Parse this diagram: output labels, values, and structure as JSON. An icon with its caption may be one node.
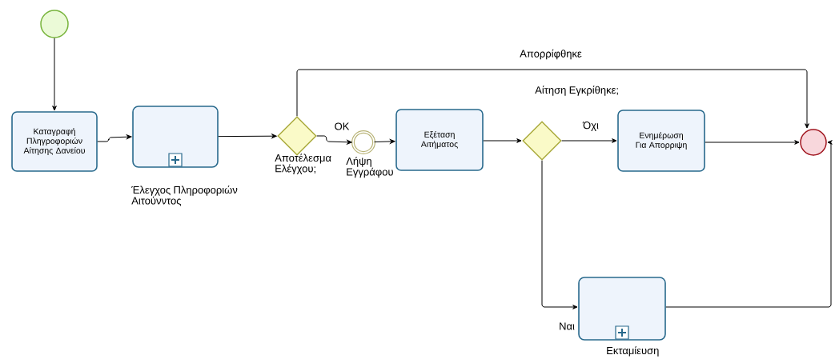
{
  "diagram": {
    "nodes": [
      {
        "text": [],
        "shape": "circle"
      },
      {
        "text": [
          "Καταγραφή Πληγροφοριών Αίτησης Δανείου"
        ]
      },
      {
        "text": [
          "Έλεγχος Πληροφοριών Αιτούνντος"
        ]
      },
      {
        "text": [
          "Αποτέλεσμα Ελέγχου;"
        ]
      },
      {
        "text": [
          "Λήψη Εγγράφου"
        ]
      },
      {
        "text": [
          "Εξέταση Αιτήματος"
        ]
      },
      {
        "text": [
          "Αίτηση Εγκρίθηκε;"
        ]
      },
      {
        "text": [
          "Ενημέρωση Για Απορριψη"
        ]
      },
      {
        "text": [],
        "shape": "circle"
      },
      {
        "text": [
          "Εκταμίευση"
        ]
      }
    ],
    "edges": [
      {
        "from": 0,
        "to": 1,
        "arrow": "to"
      },
      {
        "from": 1,
        "to": 2,
        "arrow": "to"
      },
      {
        "from": 2,
        "to": 3,
        "arrow": "to"
      },
      {
        "from": 3,
        "to": 4,
        "arrow": "to",
        "label": "OK"
      },
      {
        "from": 3,
        "to": 8,
        "arrow": "to",
        "label": "Απορρίφθηκε"
      },
      {
        "from": 4,
        "to": 5,
        "arrow": "to"
      },
      {
        "from": 5,
        "to": 6,
        "arrow": "to"
      },
      {
        "from": 6,
        "to": 7,
        "arrow": "to",
        "label": "Όχι"
      },
      {
        "from": 7,
        "to": 8,
        "arrow": "to"
      },
      {
        "from": 6,
        "to": 9,
        "arrow": "to",
        "label": "Ναι"
      },
      {
        "from": 9,
        "to": 8,
        "arrow": "to"
      }
    ]
  }
}
